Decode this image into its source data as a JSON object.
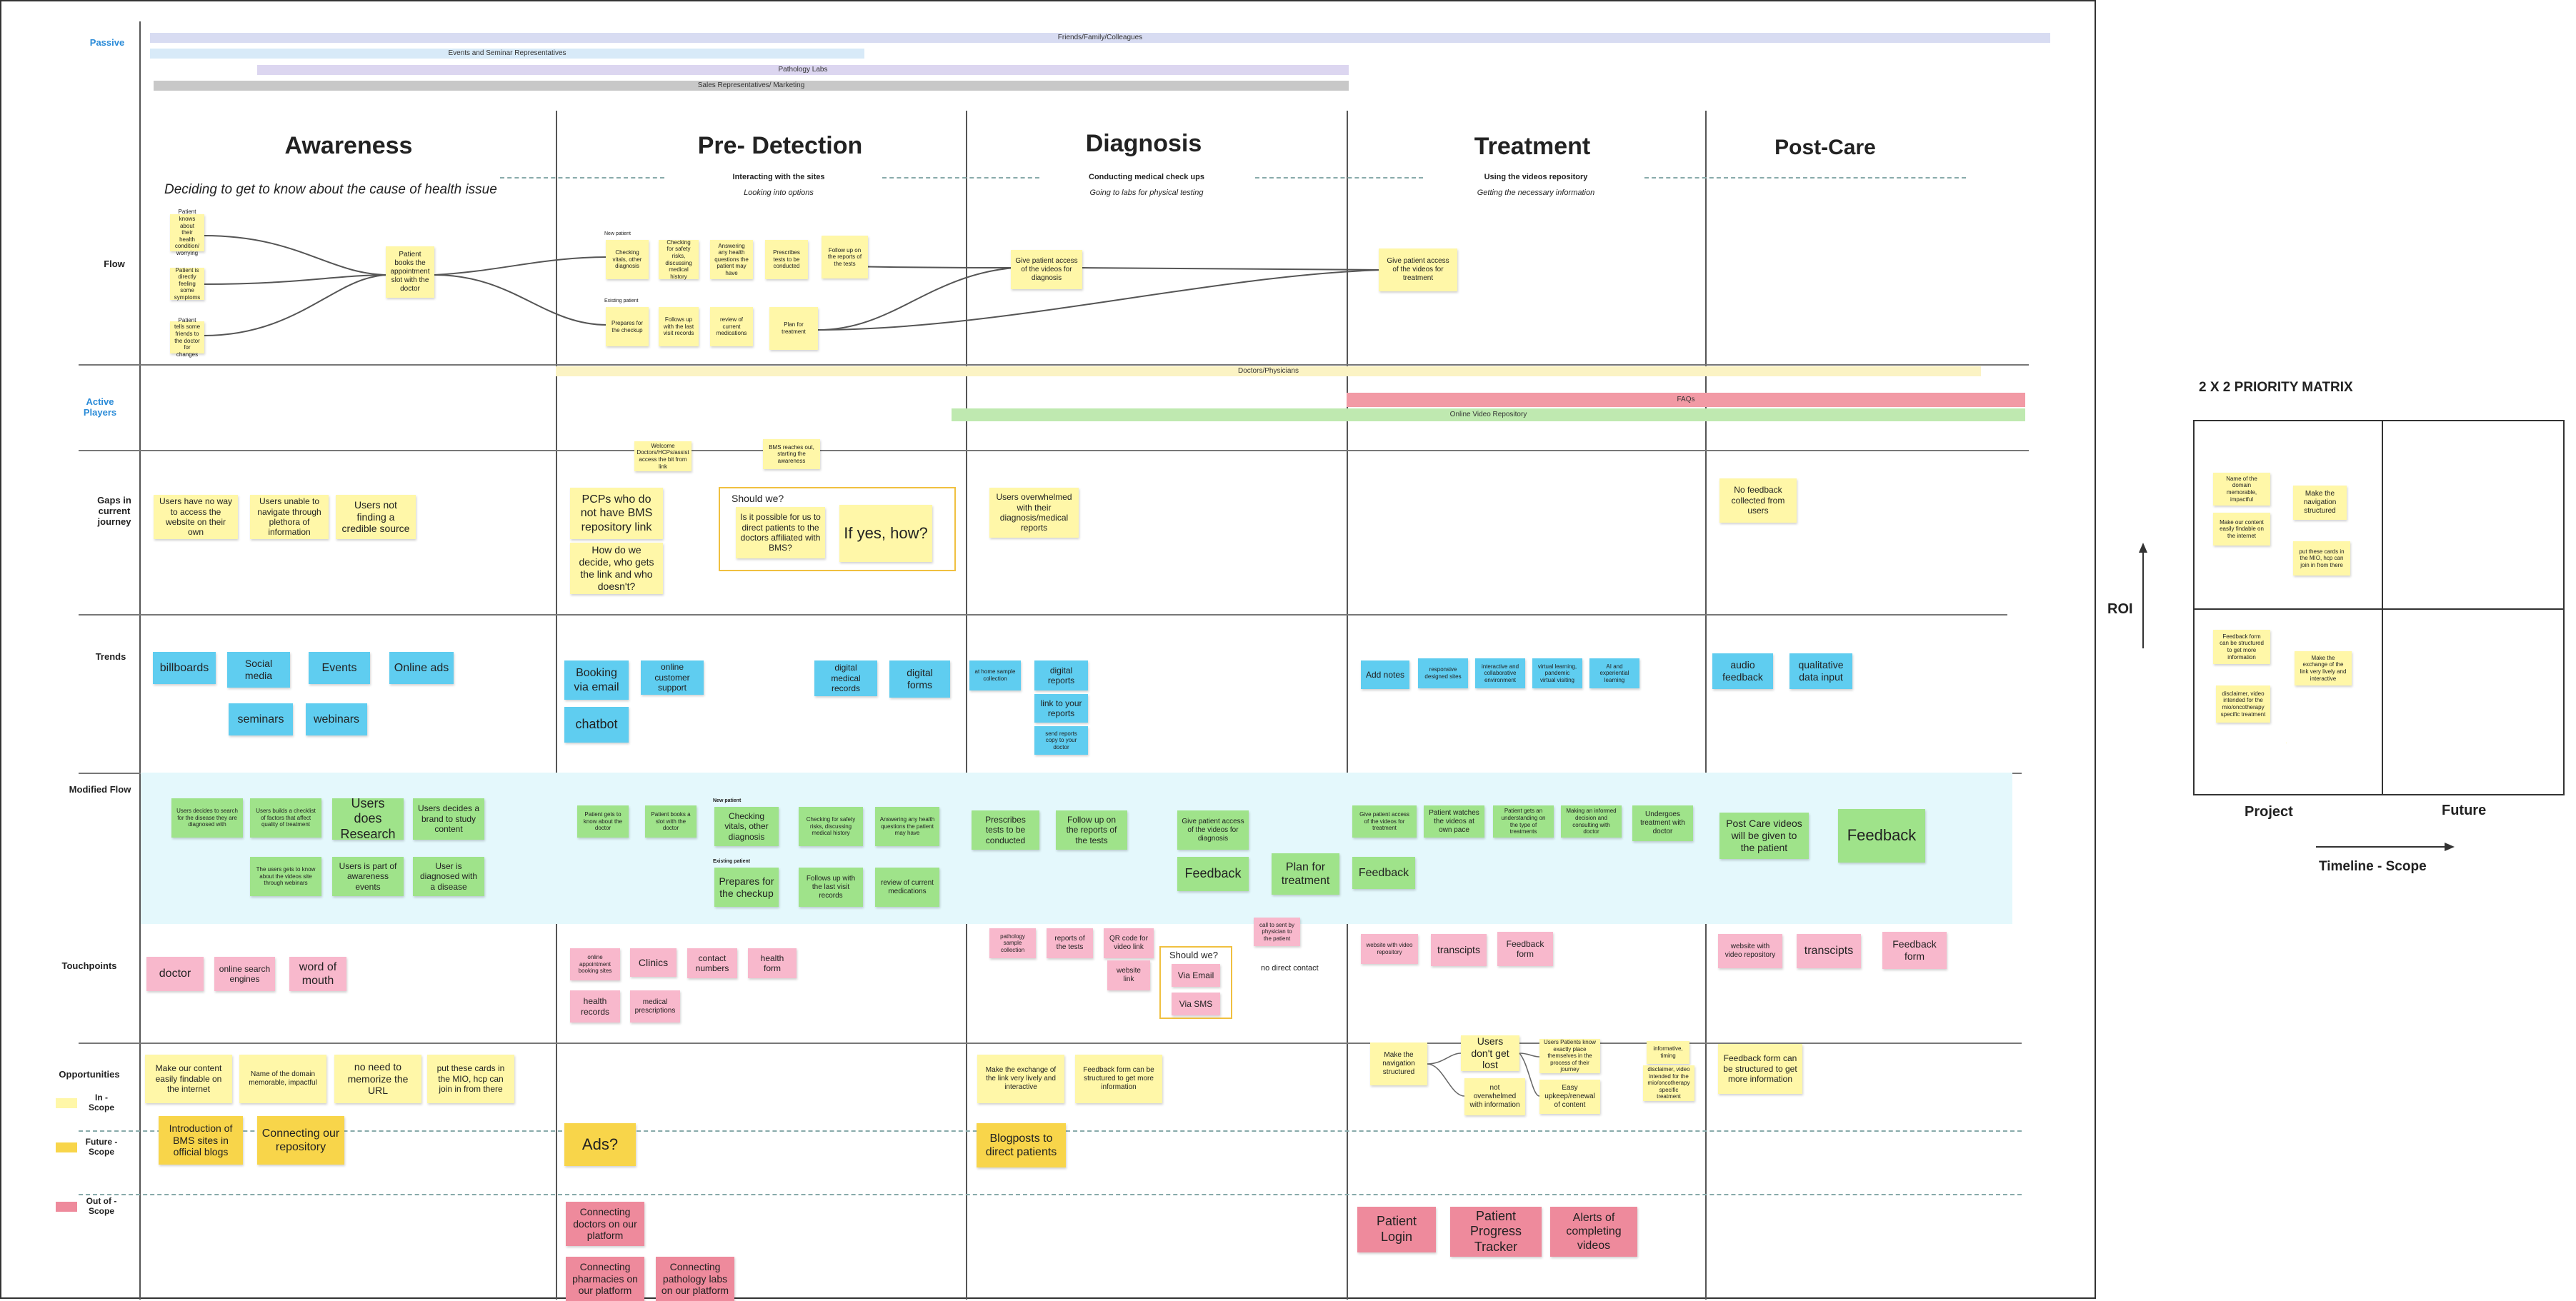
{
  "rows": {
    "passive": "Passive",
    "flow": "Flow",
    "active_players": "Active\nPlayers",
    "gaps": "Gaps in\ncurrent\njourney",
    "trends": "Trends",
    "modified_flow": "Modified Flow",
    "touchpoints": "Touchpoints",
    "opportunities": "Opportunities",
    "in_scope": "In -\nScope",
    "future_scope": "Future -\nScope",
    "out_scope": "Out of -\nScope"
  },
  "passive_bands": {
    "friends": "Friends/Family/Colleagues",
    "events": "Events and Seminar Representatives",
    "pathology": "Pathology Labs",
    "sales": "Sales Representatives/ Marketing"
  },
  "active_bands": {
    "doctors": "Doctors/Physicians",
    "faqs": "FAQs",
    "video": "Online Video Repository"
  },
  "stages": {
    "awareness": {
      "title": "Awareness",
      "desc": "Deciding to get to know about the cause of health issue"
    },
    "predetection": {
      "title": "Pre- Detection",
      "sub1": "Interacting with the sites",
      "sub2": "Looking into options"
    },
    "diagnosis": {
      "title": "Diagnosis",
      "sub1": "Conducting medical check ups",
      "sub2": "Going to labs for physical testing"
    },
    "treatment": {
      "title": "Treatment",
      "sub1": "Using the videos repository",
      "sub2": "Getting the necessary information"
    },
    "postcare": {
      "title": "Post-Care"
    }
  },
  "flow": {
    "a1": "Patient knows about their health condition/ worrying",
    "a2": "Patient is directly feeling some symptoms",
    "a3": "Patient tells some friends to the doctor for changes",
    "a4": "Patient books the appointment slot with the doctor",
    "new_patient": "New patient",
    "existing_patient": "Existing patient",
    "p1": "Checking vitals, other diagnosis",
    "p2": "Checking for safety risks, discussing medical history",
    "p3": "Answering any health questions the patient may have",
    "p4": "Prescribes tests to be conducted",
    "p5": "Follow up on the reports of the tests",
    "p6": "Prepares for the checkup",
    "p7": "Follows up with the last visit records",
    "p8": "review of current medications",
    "p9": "Plan for treatment",
    "d1": "Give patient access of the videos for diagnosis",
    "t1": "Give patient access of the videos for treatment"
  },
  "active_notes": {
    "n1": "Welcome Doctors/HCPs/assist access the bit from link",
    "n2": "BMS reaches out, starting the awareness"
  },
  "gaps": {
    "g1": "Users have no way to access the website on their own",
    "g2": "Users unable to navigate through plethora of information",
    "g3": "Users not finding a credible source",
    "g4": "PCPs who do not have BMS repository link",
    "g5": "How do we decide, who gets the link and who doesn't?",
    "should_we": "Should we?",
    "g6": "Is it possible for us to direct patients to the doctors affiliated with BMS?",
    "g7": "If yes, how?",
    "g8": "Users overwhelmed with their diagnosis/medical reports",
    "g9": "No feedback collected from users"
  },
  "trends": {
    "t1": "billboards",
    "t2": "Social media",
    "t3": "Events",
    "t4": "Online ads",
    "t5": "seminars",
    "t6": "webinars",
    "t7": "Booking via email",
    "t8": "online customer support",
    "t9": "chatbot",
    "t10": "digital medical records",
    "t11": "digital forms",
    "t12": "at home sample collection",
    "t13": "digital reports",
    "t14": "link to your reports",
    "t15": "send reports copy to your doctor",
    "t16": "Add notes",
    "t17": "responsive designed sites",
    "t18": "interactive and collaborative environment",
    "t19": "virtual learning, pandemic virtual visiting",
    "t20": "AI and experiential learning",
    "t21": "audio feedback",
    "t22": "qualitative data input"
  },
  "modified": {
    "m1": "Users decides to search for the disease they are diagnosed with",
    "m2": "Users builds a checklist of factors that affect quality of treatment",
    "m3": "Users does Research",
    "m4": "Users decides a brand to study content",
    "m5": "The users gets to know about the videos site through webinars",
    "m6": "Users is part of awareness events",
    "m7": "User is diagnosed with a disease",
    "m8": "Patient gets to know about the doctor",
    "m9": "Patient books a slot with the doctor",
    "new_patient": "New patient",
    "existing_patient": "Existing patient",
    "m10": "Checking vitals, other diagnosis",
    "m11": "Checking for safety risks, discussing medical history",
    "m12": "Answering any health questions the patient may have",
    "m13": "Prepares for the checkup",
    "m14": "Follows up with the last visit records",
    "m15": "review of current medications",
    "m16": "Prescribes tests to be conducted",
    "m17": "Follow up on the reports of the tests",
    "m18": "Give patient access of the videos for diagnosis",
    "m19": "Feedback",
    "m20": "Plan for treatment",
    "m21": "Give patient access of the videos for treatment",
    "m22": "Patient watches the videos at own pace",
    "m23": "Patient gets an understanding on the type of treatments",
    "m24": "Making an informed decision and consulting with doctor",
    "m25": "Undergoes treatment with doctor",
    "m26": "Feedback",
    "m27": "Post Care videos will be given to the patient",
    "m28": "Feedback"
  },
  "touch": {
    "c1": "doctor",
    "c2": "online search engines",
    "c3": "word of mouth",
    "c4": "online appointment booking sites",
    "c5": "Clinics",
    "c6": "contact numbers",
    "c7": "health form",
    "c8": "health records",
    "c9": "medical prescriptions",
    "c10": "pathology sample collection",
    "c11": "reports of the tests",
    "c12": "QR code for video link",
    "should_we": "Should we?",
    "c13": "website link",
    "c14": "Via Email",
    "c15": "Via SMS",
    "c16": "call to sent by physician to the patient",
    "c17": "no direct contact",
    "c18": "website with video repository",
    "c19": "transcipts",
    "c20": "Feedback form",
    "c21": "website with video repository",
    "c22": "transcipts",
    "c23": "Feedback form"
  },
  "opp": {
    "o1": "Make our content easily findable on the internet",
    "o2": "Name of the domain memorable, impactful",
    "o3": "no need to memorize the URL",
    "o4": "put these cards in the MIO, hcp can join in from there",
    "o5": "Make the exchange of the link very lively and interactive",
    "o6": "Feedback form can be structured to get more information",
    "o7": "Make the navigation structured",
    "o8": "Users don't get lost",
    "o9": "not overwhelmed with information",
    "o10": "Users Patients know exactly place themselves in the process of their journey",
    "o11": "Easy upkeep/renewal of content",
    "o12": "informative, timing",
    "o13": "disclaimer, video intended for the mio/oncotherapy specific treatment",
    "o14": "Feedback form can be structured to get more information",
    "f1": "Introduction of BMS sites in official blogs",
    "f2": "Connecting our repository",
    "f3": "Ads?",
    "f4": "Blogposts to direct patients",
    "x1": "Connecting doctors on our platform",
    "x2": "Connecting pharmacies on our platform",
    "x3": "Connecting pathology labs on our platform",
    "x4": "Patient Login",
    "x5": "Patient Progress Tracker",
    "x6": "Alerts of completing videos"
  },
  "matrix": {
    "title": "2 X 2 PRIORITY MATRIX",
    "roi": "ROI",
    "project": "Project",
    "future": "Future",
    "timeline": "Timeline - Scope",
    "q1": "Name of the domain memorable, impactful",
    "q2": "Make our content easily findable on the internet",
    "q3": "Make the navigation structured",
    "q4": "put these cards in the MIO, hcp can join in from there",
    "q5": "Feedback form can be structured to get more information",
    "q6": "disclaimer, video intended for the mio/oncotherapy specific treatment",
    "q7": "Make the exchange of the link very lively and interactive",
    "q8": "Easy upkeep/renewal of content"
  },
  "colors": {
    "yellow": "#fff7a8",
    "gold": "#f8d54a",
    "blue": "#5fcdf0",
    "green": "#9fe38a",
    "pink": "#f8b8cc",
    "red": "#ee8a9c",
    "accent": "#2a8bd8"
  }
}
